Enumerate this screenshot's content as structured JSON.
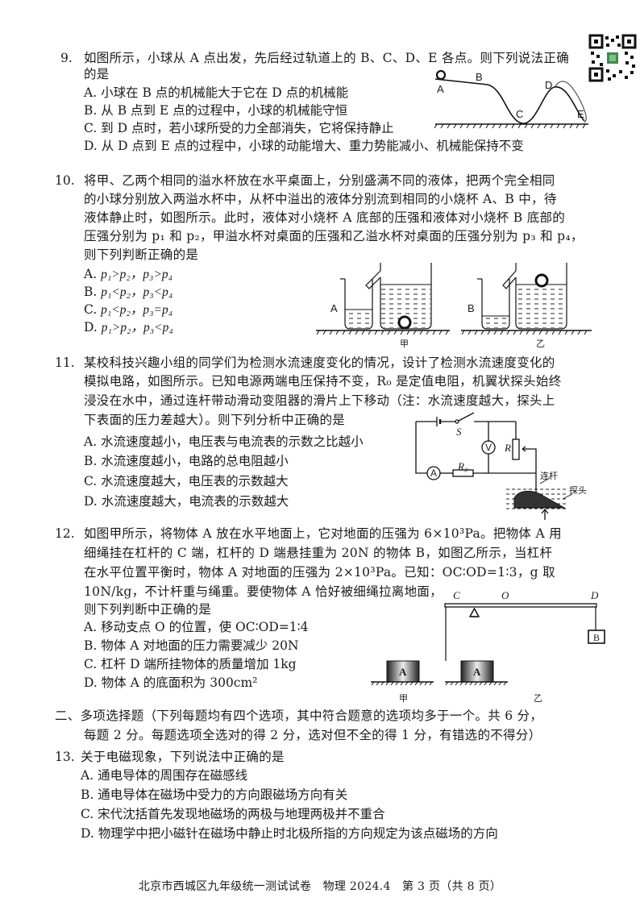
{
  "q9": {
    "number": "9.",
    "stem_line1": "如图所示，小球从 A 点出发，先后经过轨道上的 B、C、D、E 各点。则下列说法正确",
    "stem_line2": "的是",
    "options": [
      {
        "label": "A.",
        "text": "小球在 B 点的机械能大于它在 D 点的机械能"
      },
      {
        "label": "B.",
        "text": "从 B 点到 E 点的过程中，小球的机械能守恒"
      },
      {
        "label": "C.",
        "text": "到 D 点时，若小球所受的力全部消失，它将保持静止"
      },
      {
        "label": "D.",
        "text": "从 D 点到 E 点的过程中，小球的动能增大、重力势能减小、机械能保持不变"
      }
    ],
    "figure_labels": {
      "A": "A",
      "B": "B",
      "C": "C",
      "D": "D",
      "E": "E"
    }
  },
  "q10": {
    "number": "10.",
    "stem_lines": [
      "将甲、乙两个相同的溢水杯放在水平桌面上，分别盛满不同的液体，把两个完全相同",
      "的小球分别放入两溢水杯中，从杯中溢出的液体分别流到相同的小烧杯 A、B 中，待",
      "液体静止时，如图所示。此时，液体对小烧杯 A 底部的压强和液体对小烧杯 B 底部的",
      "压强分别为 p₁ 和 p₂，甲溢水杯对桌面的压强和乙溢水杯对桌面的压强分别为 p₃ 和 p₄，",
      "则下列判断正确的是"
    ],
    "options": [
      {
        "label": "A.",
        "text": "p₁>p₂，p₃>p₄"
      },
      {
        "label": "B.",
        "text": "p₁<p₂，p₃<p₄"
      },
      {
        "label": "C.",
        "text": "p₁<p₂，p₃=p₄"
      },
      {
        "label": "D.",
        "text": "p₁>p₂，p₃<p₄"
      }
    ],
    "figure_labels": {
      "beaker_a": "A",
      "beaker_b": "B",
      "jia": "甲",
      "yi": "乙"
    }
  },
  "q11": {
    "number": "11.",
    "stem_lines": [
      "某校科技兴趣小组的同学们为检测水流速度变化的情况，设计了检测水流速度变化的",
      "模拟电路，如图所示。已知电源两端电压保持不变，R₀ 是定值电阻，机翼状探头始终",
      "浸没在水中，通过连杆带动滑动变阻器的滑片上下移动（注：水流速度越大，探头上",
      "下表面的压力差越大）。则下列分析中正确的是"
    ],
    "options": [
      {
        "label": "A.",
        "text": "水流速度越小，电压表与电流表的示数之比越小"
      },
      {
        "label": "B.",
        "text": "水流速度越小，电路的总电阻越小"
      },
      {
        "label": "C.",
        "text": "水流速度越大，电压表的示数越大"
      },
      {
        "label": "D.",
        "text": "水流速度越大，电流表的示数越大"
      }
    ],
    "figure_labels": {
      "switch": "S",
      "voltmeter": "V",
      "ammeter": "A",
      "rheostat": "R",
      "resistor": "R₀",
      "rod": "连杆",
      "probe": "探头"
    }
  },
  "q12": {
    "number": "12.",
    "stem_lines": [
      "如图甲所示，将物体 A 放在水平地面上，它对地面的压强为 6×10³Pa。把物体 A 用",
      "细绳挂在杠杆的 C 端，杠杆的 D 端悬挂重为 20N 的物体 B，如图乙所示，当杠杆",
      "在水平位置平衡时，物体 A 对地面的压强为 2×10³Pa。已知：OC∶OD=1∶3，g 取",
      "10N/kg，不计杆重与绳重。要使物体 A 恰好被细绳拉离地面，",
      "则下列判断中正确的是"
    ],
    "options": [
      {
        "label": "A.",
        "text": "移动支点 O 的位置，使 OC∶OD=1∶4"
      },
      {
        "label": "B.",
        "text": "物体 A 对地面的压力需要减少 20N"
      },
      {
        "label": "C.",
        "text": "杠杆 D 端所挂物体的质量增加 1kg"
      },
      {
        "label": "D.",
        "text": "物体 A 的底面积为 300cm²"
      }
    ],
    "figure_labels": {
      "C": "C",
      "O": "O",
      "D": "D",
      "block_a": "A",
      "block_b": "B",
      "jia": "甲",
      "yi": "乙"
    }
  },
  "section2": {
    "heading_line1": "二、多项选择题（下列每题均有四个选项，其中符合题意的选项均多于一个。共 6 分，",
    "heading_line2": "每题 2 分。每题选项全选对的得 2 分，选对但不全的得 1 分，有错选的不得分）"
  },
  "q13": {
    "number": "13.",
    "stem": "关于电磁现象，下列说法中正确的是",
    "options": [
      {
        "label": "A.",
        "text": "通电导体的周围存在磁感线"
      },
      {
        "label": "B.",
        "text": "通电导体在磁场中受力的方向跟磁场方向有关"
      },
      {
        "label": "C.",
        "text": "宋代沈括首先发现地磁场的两极与地理两极并不重合"
      },
      {
        "label": "D.",
        "text": "物理学中把小磁针在磁场中静止时北极所指的方向规定为该点磁场的方向"
      }
    ]
  },
  "footer": {
    "text": "北京市西城区九年级统一测试试卷　物理 2024.4　第 3 页（共 8 页）"
  }
}
